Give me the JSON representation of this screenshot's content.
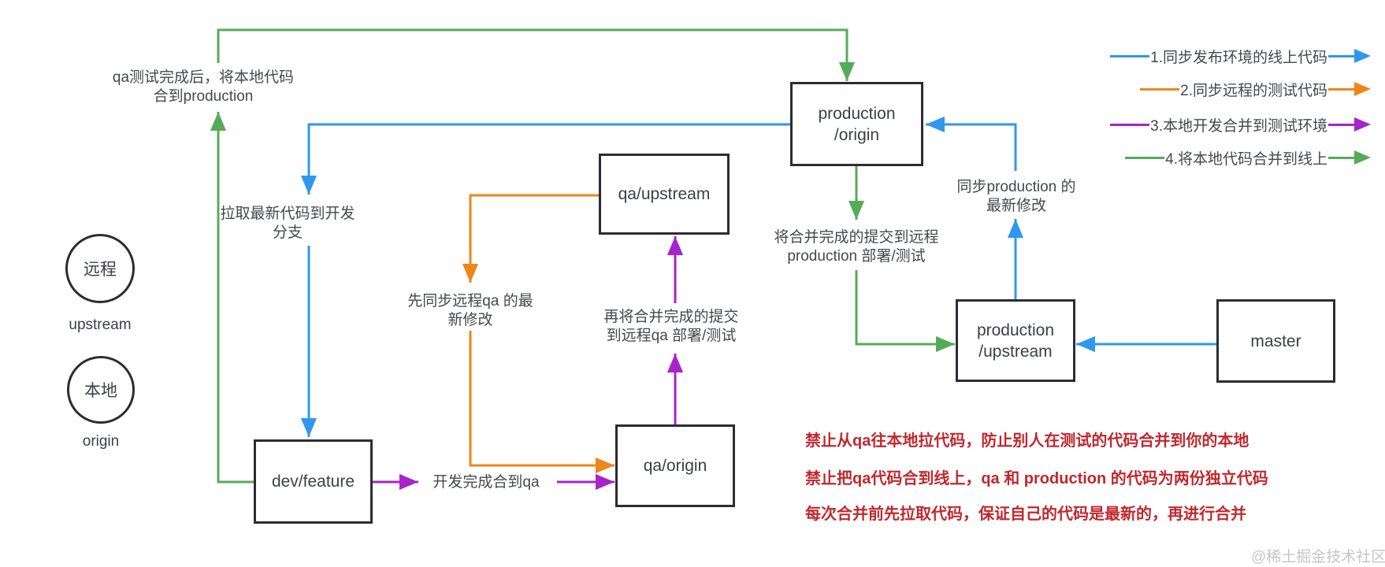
{
  "colors": {
    "blue": "#2f97f0",
    "orange": "#ee861b",
    "purple": "#a724cb",
    "green": "#56ab58",
    "red": "#c0282d",
    "box_border": "#2b2d31",
    "node_text": "#3c4045",
    "label_text": "#45484c",
    "watermark": "#c6c6c6"
  },
  "legend": {
    "items": [
      {
        "label": "1.同步发布环境的线上代码",
        "color": "blue"
      },
      {
        "label": "2.同步远程的测试代码",
        "color": "orange"
      },
      {
        "label": "3.本地开发合并到测试环境",
        "color": "purple"
      },
      {
        "label": "4.将本地代码合并到线上",
        "color": "green"
      }
    ]
  },
  "nodes": {
    "production_origin": {
      "label": "production\n/origin"
    },
    "qa_upstream": {
      "label": "qa/upstream"
    },
    "qa_origin": {
      "label": "qa/origin"
    },
    "dev_feature": {
      "label": "dev/feature"
    },
    "production_upstream": {
      "label": "production\n/upstream"
    },
    "master": {
      "label": "master"
    }
  },
  "groups": {
    "remote": {
      "circle": "远程",
      "caption": "upstream"
    },
    "local": {
      "circle": "本地",
      "caption": "origin"
    }
  },
  "edge_labels": {
    "merge_to_production": "qa测试完成后，将本地代码\n合到production",
    "pull_latest_to_dev": "拉取最新代码到开发\n分支",
    "sync_remote_qa": "先同步远程qa 的最\n新修改",
    "push_to_remote_qa": "再将合并完成的提交\n到远程qa 部署/测试",
    "dev_done_merge_qa": "开发完成合到qa",
    "push_to_remote_production": "将合并完成的提交到远程\nproduction 部署/测试",
    "sync_production_latest": "同步production 的\n最新修改"
  },
  "notes": {
    "lines": [
      "禁止从qa往本地拉代码，防止别人在测试的代码合并到你的本地",
      "禁止把qa代码合到线上，qa 和 production 的代码为两份独立代码",
      "每次合并前先拉取代码，保证自己的代码是最新的，再进行合并"
    ]
  },
  "watermark": "@稀土掘金技术社区"
}
